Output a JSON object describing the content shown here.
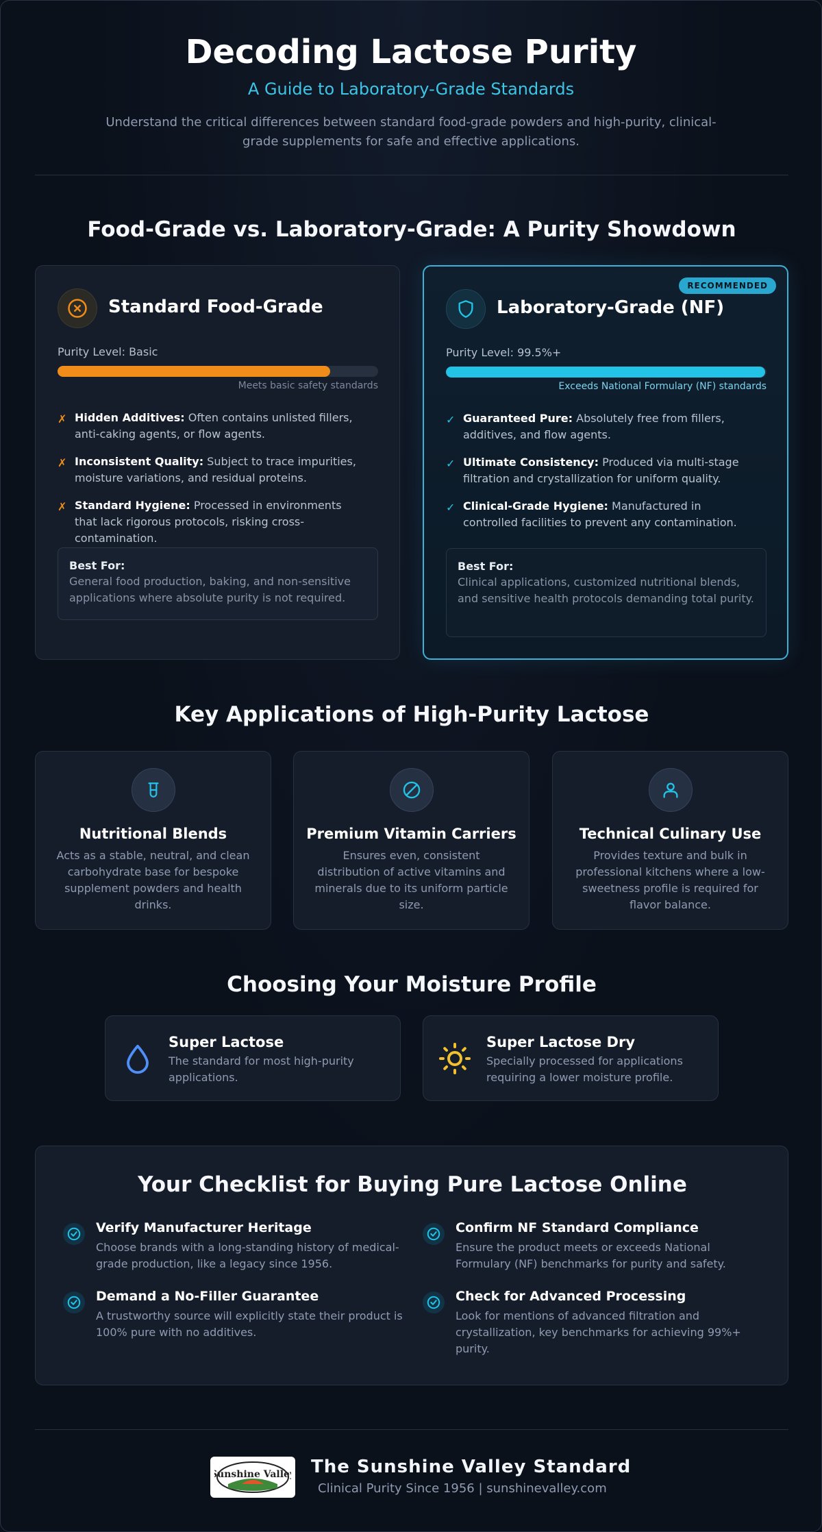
{
  "header": {
    "title": "Decoding Lactose Purity",
    "subtitle": "A Guide to Laboratory-Grade Standards",
    "lead": "Understand the critical differences between standard food-grade powders and high-purity, clinical-grade supplements for safe and effective applications."
  },
  "comparison": {
    "section_title": "Food-Grade vs. Laboratory-Grade: A Purity Showdown",
    "food": {
      "icon": "x-circle-icon",
      "accent": "#f08c1a",
      "title": "Standard Food-Grade",
      "purity_label": "Purity Level: Basic",
      "bar_fraction": 0.85,
      "bar_note": "Meets basic safety standards",
      "features": [
        {
          "mark": "✗",
          "title": "Hidden Additives:",
          "text": " Often contains unlisted fillers, anti-caking agents, or flow agents."
        },
        {
          "mark": "✗",
          "title": "Inconsistent Quality:",
          "text": " Subject to trace impurities, moisture variations, and residual proteins."
        },
        {
          "mark": "✗",
          "title": "Standard Hygiene:",
          "text": " Processed in environments that lack rigorous protocols, risking cross-contamination."
        }
      ],
      "best_for_label": "Best For:",
      "best_for_text": "General food production, baking, and non-sensitive applications where absolute purity is not required."
    },
    "lab": {
      "icon": "shield-icon",
      "accent": "#22c3e6",
      "badge": "RECOMMENDED",
      "title": "Laboratory-Grade (NF)",
      "purity_label": "Purity Level: 99.5%+",
      "bar_fraction": 0.995,
      "bar_note": "Exceeds National Formulary (NF) standards",
      "features": [
        {
          "mark": "✓",
          "title": "Guaranteed Pure:",
          "text": " Absolutely free from fillers, additives, and flow agents."
        },
        {
          "mark": "✓",
          "title": "Ultimate Consistency:",
          "text": " Produced via multi-stage filtration and crystallization for uniform quality."
        },
        {
          "mark": "✓",
          "title": "Clinical-Grade Hygiene:",
          "text": " Manufactured in controlled facilities to prevent any contamination."
        }
      ],
      "best_for_label": "Best For:",
      "best_for_text": "Clinical applications, customized nutritional blends, and sensitive health protocols demanding total purity."
    }
  },
  "applications": {
    "section_title": "Key Applications of High-Purity Lactose",
    "items": [
      {
        "icon": "beaker-icon",
        "title": "Nutritional Blends",
        "text": "Acts as a stable, neutral, and clean carbohydrate base for bespoke supplement powders and health drinks."
      },
      {
        "icon": "slash-circle-icon",
        "title": "Premium Vitamin Carriers",
        "text": "Ensures even, consistent distribution of active vitamins and minerals due to its uniform particle size."
      },
      {
        "icon": "user-icon",
        "title": "Technical Culinary Use",
        "text": "Provides texture and bulk in professional kitchens where a low-sweetness profile is required for flavor balance."
      }
    ]
  },
  "moisture": {
    "section_title": "Choosing Your Moisture Profile",
    "items": [
      {
        "icon": "droplet-icon",
        "color": "#4f8ff7",
        "title": "Super Lactose",
        "text": "The standard for most high-purity applications."
      },
      {
        "icon": "sun-icon",
        "color": "#f2c12e",
        "title": "Super Lactose Dry",
        "text": "Specially processed for applications requiring a lower moisture profile."
      }
    ]
  },
  "checklist": {
    "section_title": "Your Checklist for Buying Pure Lactose Online",
    "items": [
      {
        "title": "Verify Manufacturer Heritage",
        "text": "Choose brands with a long-standing history of medical-grade production, like a legacy since 1956."
      },
      {
        "title": "Confirm NF Standard Compliance",
        "text": "Ensure the product meets or exceeds National Formulary (NF) benchmarks for purity and safety."
      },
      {
        "title": "Demand a No-Filler Guarantee",
        "text": "A trustworthy source will explicitly state their product is 100% pure with no additives."
      },
      {
        "title": "Check for Advanced Processing",
        "text": "Look for mentions of advanced filtration and crystallization, key benchmarks for achieving 99%+ purity."
      }
    ]
  },
  "footer": {
    "logo_text": "Sunshine Valley",
    "title": "The Sunshine Valley Standard",
    "subtitle": "Clinical Purity Since 1956 | sunshinevalley.com"
  }
}
